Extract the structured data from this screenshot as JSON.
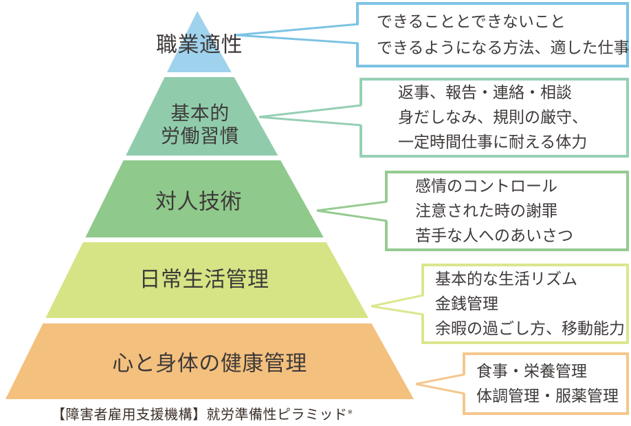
{
  "caption": {
    "text": "【障害者雇用支援機構】就労準備性ピラミッド",
    "note": "※"
  },
  "pyramid": {
    "levels": [
      {
        "name": "vocational-aptitude",
        "label": "職業適性",
        "fill": "#9FD2EC",
        "border": "#7CC3E3",
        "callout_lines": [
          "できることとできないこと",
          "できるようになる方法、適した仕事"
        ]
      },
      {
        "name": "basic-work-habits",
        "label": "基本的",
        "label_line2": "労働習慣",
        "fill": "#90CCAC",
        "border": "#96CFB4",
        "callout_lines": [
          "返事、報告・連絡・相談",
          "身だしなみ、規則の厳守、",
          "一定時間仕事に耐える体力"
        ]
      },
      {
        "name": "interpersonal-skills",
        "label": "対人技術",
        "fill": "#8FC98B",
        "border": "#95CB90",
        "callout_lines": [
          "感情のコントロール",
          "注意された時の謝罪",
          "苦手な人へのあいさつ"
        ]
      },
      {
        "name": "daily-life-management",
        "label": "日常生活管理",
        "fill": "#D6E485",
        "border": "#DCE68F",
        "callout_lines": [
          "基本的な生活リズム",
          "金銭管理",
          "余暇の過ごし方、移動能力"
        ]
      },
      {
        "name": "health-management",
        "label": "心と身体の健康管理",
        "fill": "#F4C07E",
        "border": "#F5C78C",
        "callout_lines": [
          "食事・栄養管理",
          "体調管理・服薬管理"
        ]
      }
    ]
  }
}
